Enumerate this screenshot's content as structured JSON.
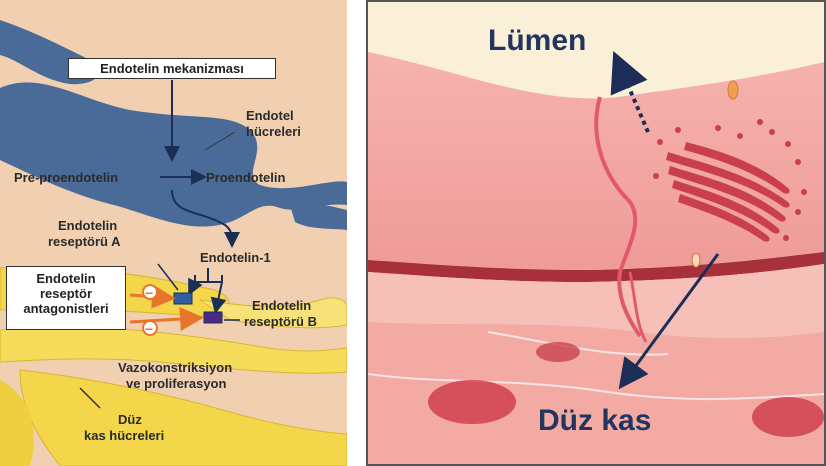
{
  "left": {
    "box_title": "Endotelin mekanizması",
    "endotel": "Endotel",
    "hucreleri": "hücreleri",
    "pre_proendotelin": "Pre-proendotelin",
    "proendotelin": "Proendotelin",
    "receptor_a_line1": "Endotelin",
    "receptor_a_line2": "reseptörü A",
    "endotelin_1": "Endotelin-1",
    "antagonist_line1": "Endotelin",
    "antagonist_line2": "reseptör",
    "antagonist_line3": "antagonistleri",
    "receptor_b_line1": "Endotelin",
    "receptor_b_line2": "reseptörü B",
    "vaso_line1": "Vazokonstriksiyon",
    "vaso_line2": "ve proliferasyon",
    "duz_line1": "Düz",
    "duz_line2": "kas hücreleri",
    "minus_sign": "−"
  },
  "right": {
    "lumen": "Lümen",
    "duz_kas": "Düz kas"
  },
  "colors": {
    "endothelium_blue": "#4a6b98",
    "smooth_muscle_yellow": "#f3d64a",
    "tissue_pink": "#f2a7a4",
    "inhibit_orange": "#e8752c"
  }
}
